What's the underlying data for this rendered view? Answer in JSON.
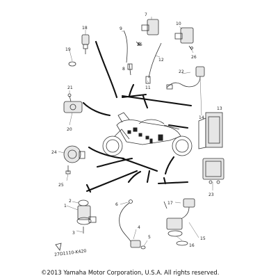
{
  "diagram": {
    "callouts": [
      "1",
      "2",
      "3",
      "4",
      "5",
      "6",
      "7",
      "8",
      "9",
      "10",
      "11",
      "12",
      "13",
      "14",
      "15",
      "16",
      "17",
      "18",
      "19",
      "20",
      "21",
      "22",
      "23",
      "24",
      "25",
      "26",
      "26"
    ],
    "drawing_code": "27D1110-K420",
    "copyright": "©2013 Yamaha Motor Corporation, U.S.A. All rights reserved."
  }
}
